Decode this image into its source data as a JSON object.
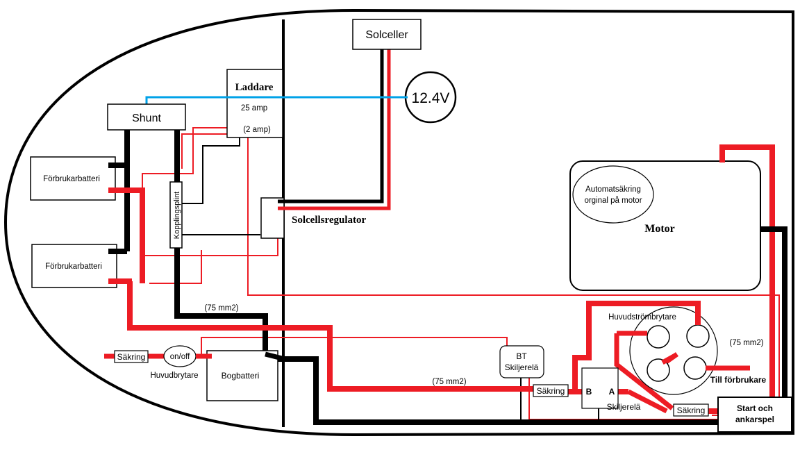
{
  "colors": {
    "positive": "#ed1c24",
    "negative": "#000000",
    "signal": "#00a2e8",
    "background": "#ffffff"
  },
  "labels": {
    "solar": "Solceller",
    "voltage": "12.4V",
    "charger": "Laddare",
    "charger_amp": "25 amp",
    "charger_amp2": "(2 amp)",
    "shunt": "Shunt",
    "battery1": "Förbrukarbatteri",
    "battery2": "Förbrukarbatteri",
    "terminal_block": "Kopplingsplint",
    "solar_regulator": "Solcellsregulator",
    "motor": "Motor",
    "motor_fuse_line1": "Automatsäkring",
    "motor_fuse_line2": "orginal på motor",
    "cable_75_left": "(75 mm2)",
    "cable_75_mid": "(75 mm2)",
    "cable_75_right": "(75 mm2)",
    "main_switch": "Huvudströmbrytare",
    "to_consumers": "Till förbrukare",
    "bt_line1": "BT",
    "bt_line2": "Skiljerelä",
    "fuse_left": "Säkring",
    "fuse_mid": "Säkring",
    "fuse_right": "Säkring",
    "relay_b": "B",
    "relay_a": "A",
    "relay_name": "Skiljerelä",
    "onoff": "on/off",
    "main_breaker": "Huvudbrytare",
    "bow_battery": "Bogbatteri",
    "start_line1": "Start och",
    "start_line2": "ankarspel"
  }
}
